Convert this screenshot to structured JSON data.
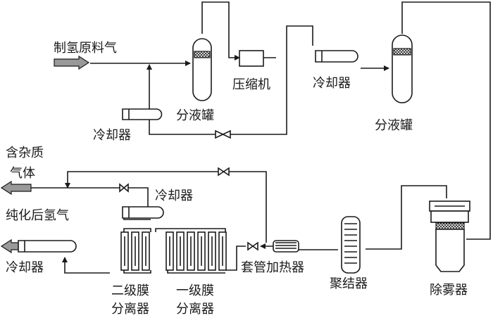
{
  "labels": {
    "feed_gas_line1": "制氢原料气",
    "cooler_left": "冷却器",
    "separator_1": "分液罐",
    "compressor": "压缩机",
    "cooler_mid": "冷却器",
    "separator_2": "分液罐",
    "impurity_gas_line1": "含杂质",
    "impurity_gas_line2": "气体",
    "cooler_lower": "冷却器",
    "purified_h2": "纯化后氢气",
    "cooler_bottom_left": "冷却器",
    "second_stage_line1": "二级膜",
    "second_stage_line2": "分离器",
    "first_stage_line1": "一级膜",
    "first_stage_line2": "分离器",
    "double_pipe_heater": "套管加热器",
    "coalescer": "聚结器",
    "demister": "除雾器"
  },
  "colors": {
    "line": "#1a1a1a",
    "arrow_fill": "#999999",
    "background": "#ffffff"
  },
  "icons": [
    "gray-inlet-arrow",
    "gray-outlet-arrow",
    "valve-icon",
    "flow-arrow-icon"
  ]
}
